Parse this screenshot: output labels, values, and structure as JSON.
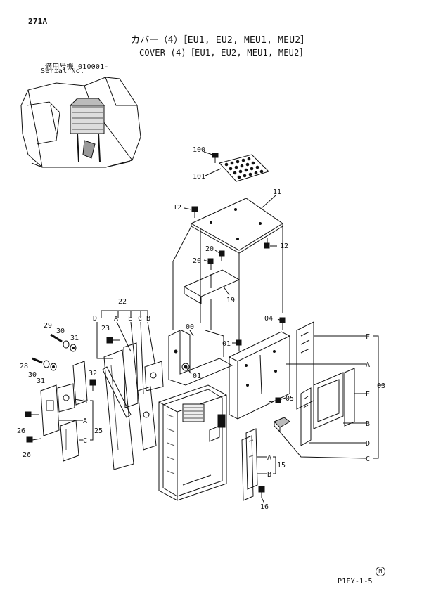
{
  "page_number": "271A",
  "title_jp": "カバー（4）［EU1, EU2, MEU1, MEU2］",
  "title_en": "COVER (4)［EU1, EU2, MEU1, MEU2］",
  "serial_jp": "適用号機 010001-",
  "serial_en": "Serial No.",
  "footer_code": "P1EY-1-5",
  "mark": "M",
  "callouts": {
    "c100": "100",
    "c101": "101",
    "c11": "11",
    "c12a": "12",
    "c12b": "12",
    "c20a": "20",
    "c20b": "20",
    "c19": "19",
    "c22": "22",
    "cD1": "D",
    "cA1": "A",
    "cE1": "E",
    "cC1": "C",
    "cB1": "B",
    "c29": "29",
    "c30a": "30",
    "c31a": "31",
    "c23": "23",
    "c28": "28",
    "c30b": "30",
    "c31b": "31",
    "c32": "32",
    "c00": "00",
    "c01a": "01",
    "c01b": "01",
    "c04": "04",
    "cF": "F",
    "cA2": "A",
    "c03": "03",
    "cE2": "E",
    "c05": "05",
    "cB2": "B",
    "cD2": "D",
    "cC2": "C",
    "cB3": "B",
    "cA3": "A",
    "c25": "25",
    "cC3": "C",
    "c26a": "26",
    "c26b": "26",
    "cA4": "A",
    "c15": "15",
    "cB4": "B",
    "c16": "16"
  }
}
